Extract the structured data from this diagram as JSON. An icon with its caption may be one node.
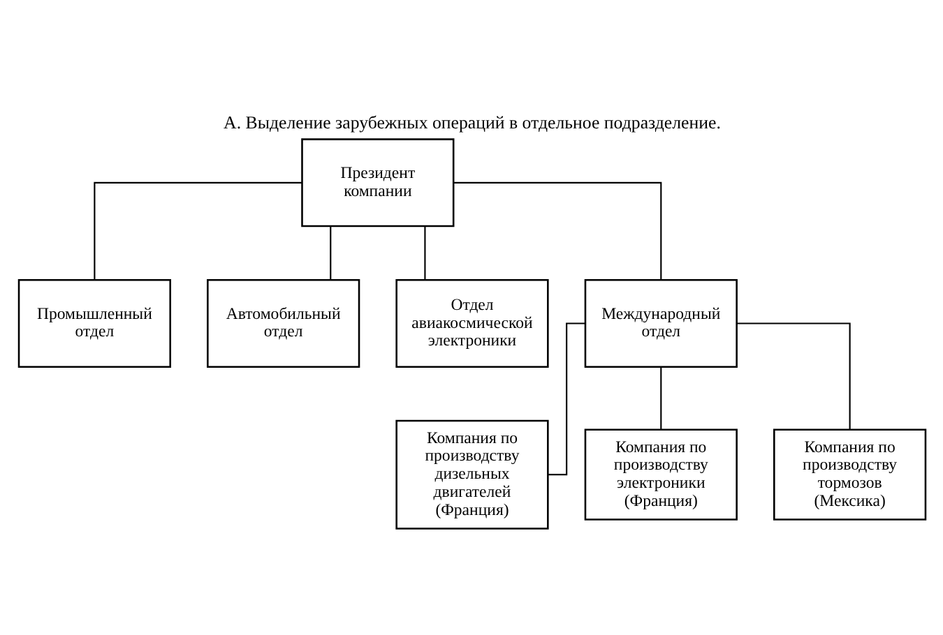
{
  "diagram": {
    "title": "А. Выделение зарубежных операций в отдельное подразделение.",
    "nodes": [
      {
        "text": [
          "Президент компании"
        ]
      },
      {
        "text": [
          "Промышленный отдел"
        ]
      },
      {
        "text": [
          "Автомобильный отдел"
        ]
      },
      {
        "text": [
          "Отдел авиакосмической электроники"
        ]
      },
      {
        "text": [
          "Международный отдел"
        ]
      },
      {
        "text": [
          "Компания по производству дизельных двигателей (Франция)"
        ]
      },
      {
        "text": [
          "Компания по производству электроники (Франция)"
        ]
      },
      {
        "text": [
          "Компания по производству тормозов (Мексика)"
        ]
      }
    ],
    "edges": [
      {
        "from": 0,
        "to": 1,
        "arrow": "none"
      },
      {
        "from": 0,
        "to": 2,
        "arrow": "none"
      },
      {
        "from": 0,
        "to": 3,
        "arrow": "none"
      },
      {
        "from": 0,
        "to": 4,
        "arrow": "none"
      },
      {
        "from": 4,
        "to": 5,
        "arrow": "none"
      },
      {
        "from": 4,
        "to": 6,
        "arrow": "none"
      },
      {
        "from": 4,
        "to": 7,
        "arrow": "none"
      }
    ]
  }
}
